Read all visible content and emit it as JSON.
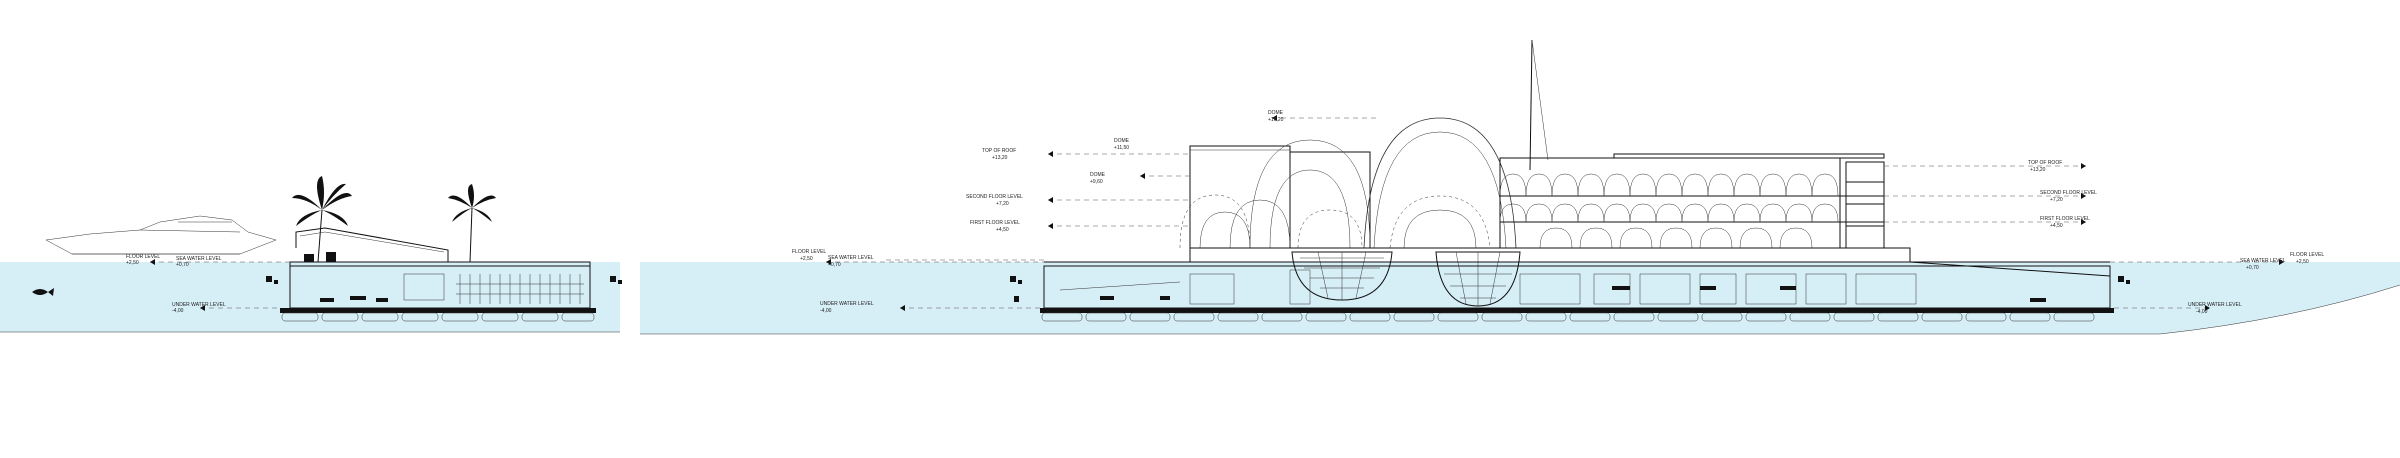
{
  "colors": {
    "water": "#d6eef6",
    "line": "#111111",
    "background": "#ffffff"
  },
  "left_section": {
    "levels": [
      {
        "name": "FLOOR LEVEL",
        "value": "+2,50"
      },
      {
        "name": "SEA WATER LEVEL",
        "value": "+0,70"
      },
      {
        "name": "UNDER WATER LEVEL",
        "value": "-4,00"
      }
    ]
  },
  "right_section": {
    "left_levels": [
      {
        "name": "DOME",
        "value": "+16,20"
      },
      {
        "name": "TOP OF ROOF",
        "value": "+13,20"
      },
      {
        "name": "DOME",
        "value": "+11,50"
      },
      {
        "name": "DOME",
        "value": "+9,60"
      },
      {
        "name": "SECOND FLOOR LEVEL",
        "value": "+7,20"
      },
      {
        "name": "FIRST FLOOR LEVEL",
        "value": "+4,50"
      },
      {
        "name": "FLOOR LEVEL",
        "value": "+2,50"
      },
      {
        "name": "SEA WATER LEVEL",
        "value": "+0,70"
      },
      {
        "name": "UNDER WATER LEVEL",
        "value": "-4,00"
      }
    ],
    "right_levels": [
      {
        "name": "TOP OF ROOF",
        "value": "+13,20"
      },
      {
        "name": "SECOND FLOOR LEVEL",
        "value": "+7,20"
      },
      {
        "name": "FIRST FLOOR LEVEL",
        "value": "+4,50"
      },
      {
        "name": "FLOOR LEVEL",
        "value": "+2,50"
      },
      {
        "name": "SEA WATER LEVEL",
        "value": "+0,70"
      },
      {
        "name": "UNDER WATER LEVEL",
        "value": "-4,00"
      }
    ]
  }
}
